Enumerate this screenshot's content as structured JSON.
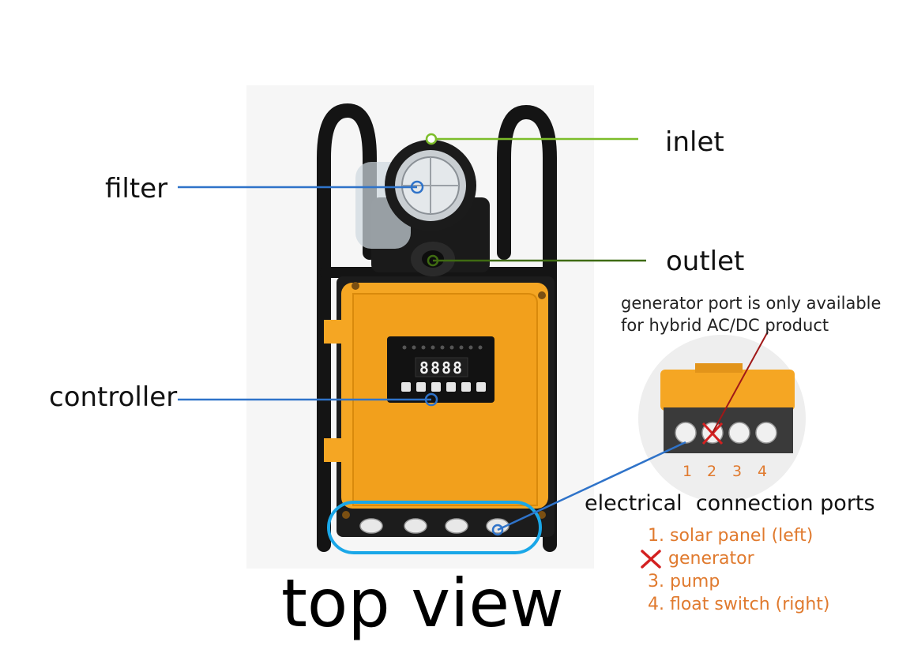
{
  "labels": {
    "inlet": "inlet",
    "filter": "filter",
    "outlet": "outlet",
    "controller": "controller",
    "generator_note_line1": "generator port is only available",
    "generator_note_line2": "for hybrid AC/DC product",
    "electrical_ports": "electrical  connection ports",
    "title": "top view"
  },
  "display": {
    "digits": "8888"
  },
  "port_numbers": [
    "1",
    "2",
    "3",
    "4"
  ],
  "port_list": [
    {
      "text": "1. solar panel (left)",
      "crossed": false
    },
    {
      "text": "generator",
      "crossed": true
    },
    {
      "text": "3. pump",
      "crossed": false
    },
    {
      "text": "4. float switch (right)",
      "crossed": false
    }
  ],
  "colors": {
    "inlet_line": "#7cbd2a",
    "outlet_line": "#3f6b12",
    "blue_line": "#2f73c9",
    "highlight_ring": "#1aa7e8",
    "controller_orange": "#f5a623",
    "port_text": "#e07a2e",
    "cross_red": "#d32020"
  }
}
